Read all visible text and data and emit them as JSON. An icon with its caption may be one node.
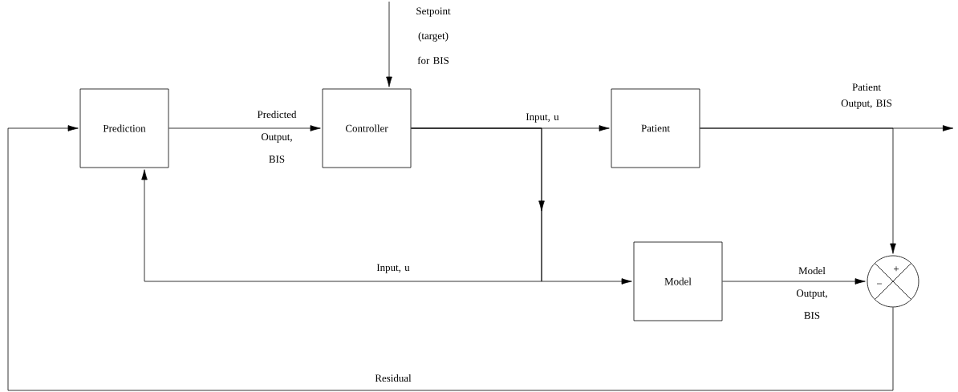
{
  "diagram": {
    "nodes": [
      {
        "text": [
          "Prediction"
        ]
      },
      {
        "text": [
          "Controller"
        ]
      },
      {
        "text": [
          "Patient"
        ]
      },
      {
        "text": [
          "Model"
        ]
      },
      {
        "text": [],
        "shape": "circle"
      }
    ],
    "edges": [
      {
        "from": 0,
        "to": 1,
        "arrow": "to",
        "label": "Predicted Output, BIS"
      },
      {
        "from": null,
        "to": 1,
        "arrow": "to",
        "label": "Setpoint (target) for BIS"
      },
      {
        "from": 1,
        "to": 2,
        "arrow": "to",
        "label": "Input, u"
      },
      {
        "from": 1,
        "to": 3,
        "arrow": "to"
      },
      {
        "from": 1,
        "to": 0,
        "arrow": "to",
        "label": "Input, u"
      },
      {
        "from": 2,
        "to": null,
        "arrow": "to",
        "label": "Patient Output, BIS"
      },
      {
        "from": 2,
        "to": 4,
        "arrow": "to"
      },
      {
        "from": 3,
        "to": 4,
        "arrow": "to",
        "label": "Model Output, BIS"
      },
      {
        "from": 4,
        "to": 0,
        "arrow": "to",
        "label": "Residual"
      }
    ],
    "labels": [
      "+",
      "−"
    ]
  }
}
